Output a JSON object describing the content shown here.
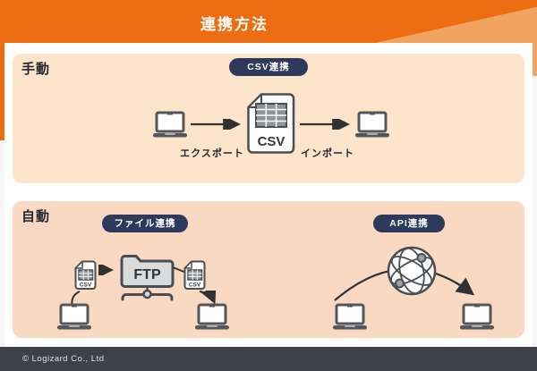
{
  "header": {
    "title": "連携方法"
  },
  "manual": {
    "label": "手動",
    "badge": "CSV連携",
    "doc_label": "CSV",
    "export_label": "エクスポート",
    "import_label": "インポート"
  },
  "auto": {
    "label": "自動",
    "file_badge": "ファイル連携",
    "api_badge": "API連携",
    "ftp_label": "FTP",
    "csv_left_label": "CSV",
    "csv_right_label": "CSV"
  },
  "footer": {
    "copyright": "© Logizard Co., Ltd"
  },
  "colors": {
    "header_orange": "#EC6D12",
    "header_orange_light": "#F0A45F",
    "panel_manual_bg": "#FCE5CB",
    "panel_auto_bg": "#FAD9C2",
    "badge_navy": "#2E3A5C",
    "footer_bg": "#3D4148",
    "icon_stroke": "#4A4E53"
  }
}
